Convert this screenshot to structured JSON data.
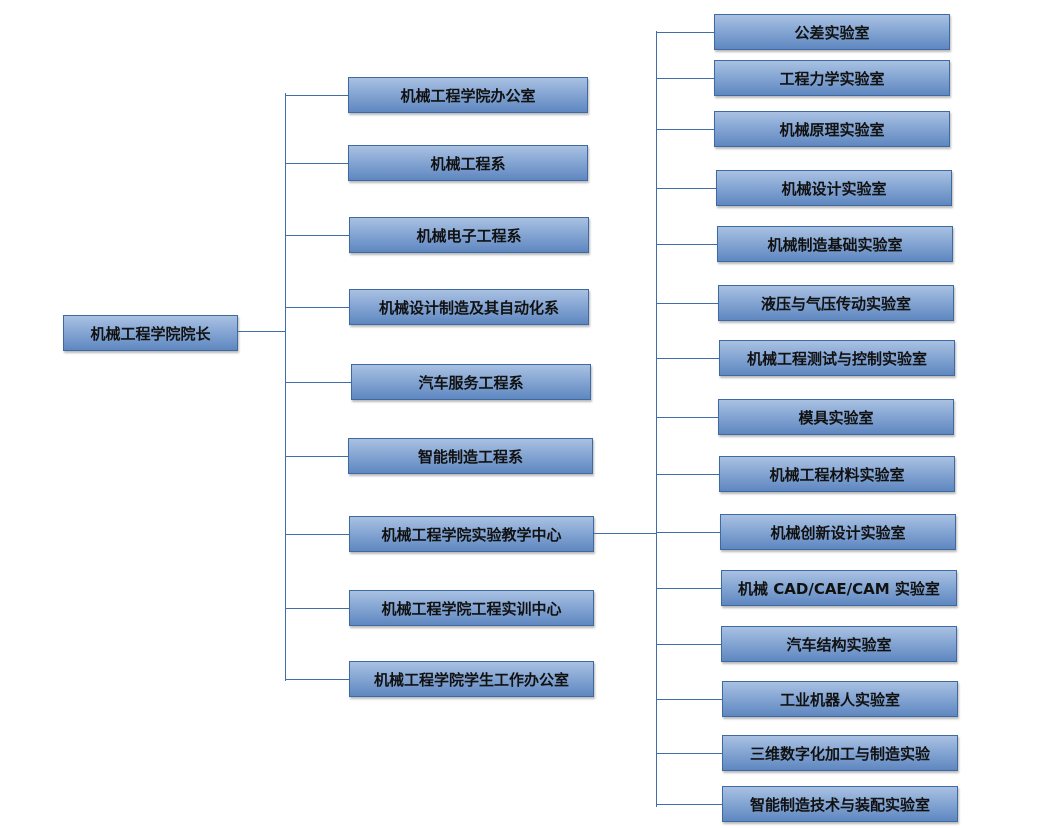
{
  "root": {
    "label": "机械工程学院院长"
  },
  "departments": [
    {
      "label": "机械工程学院办公室"
    },
    {
      "label": "机械工程系"
    },
    {
      "label": "机械电子工程系"
    },
    {
      "label": "机械设计制造及其自动化系"
    },
    {
      "label": "汽车服务工程系"
    },
    {
      "label": "智能制造工程系"
    },
    {
      "label": "机械工程学院实验教学中心"
    },
    {
      "label": "机械工程学院工程实训中心"
    },
    {
      "label": "机械工程学院学生工作办公室"
    }
  ],
  "labs": [
    {
      "label": "公差实验室"
    },
    {
      "label": "工程力学实验室"
    },
    {
      "label": "机械原理实验室"
    },
    {
      "label": "机械设计实验室"
    },
    {
      "label": "机械制造基础实验室"
    },
    {
      "label": "液压与气压传动实验室"
    },
    {
      "label": "机械工程测试与控制实验室"
    },
    {
      "label": "模具实验室"
    },
    {
      "label": "机械工程材料实验室"
    },
    {
      "label": "机械创新设计实验室"
    },
    {
      "label": "机械 CAD/CAE/CAM 实验室"
    },
    {
      "label": "汽车结构实验室"
    },
    {
      "label": "工业机器人实验室"
    },
    {
      "label": "三维数字化加工与制造实验"
    },
    {
      "label": "智能制造技术与装配实验室"
    }
  ],
  "colors": {
    "box_top": "#a9c1e2",
    "box_bottom": "#5f87c0",
    "border": "#3f6aa1",
    "line": "#3f6ea8"
  }
}
